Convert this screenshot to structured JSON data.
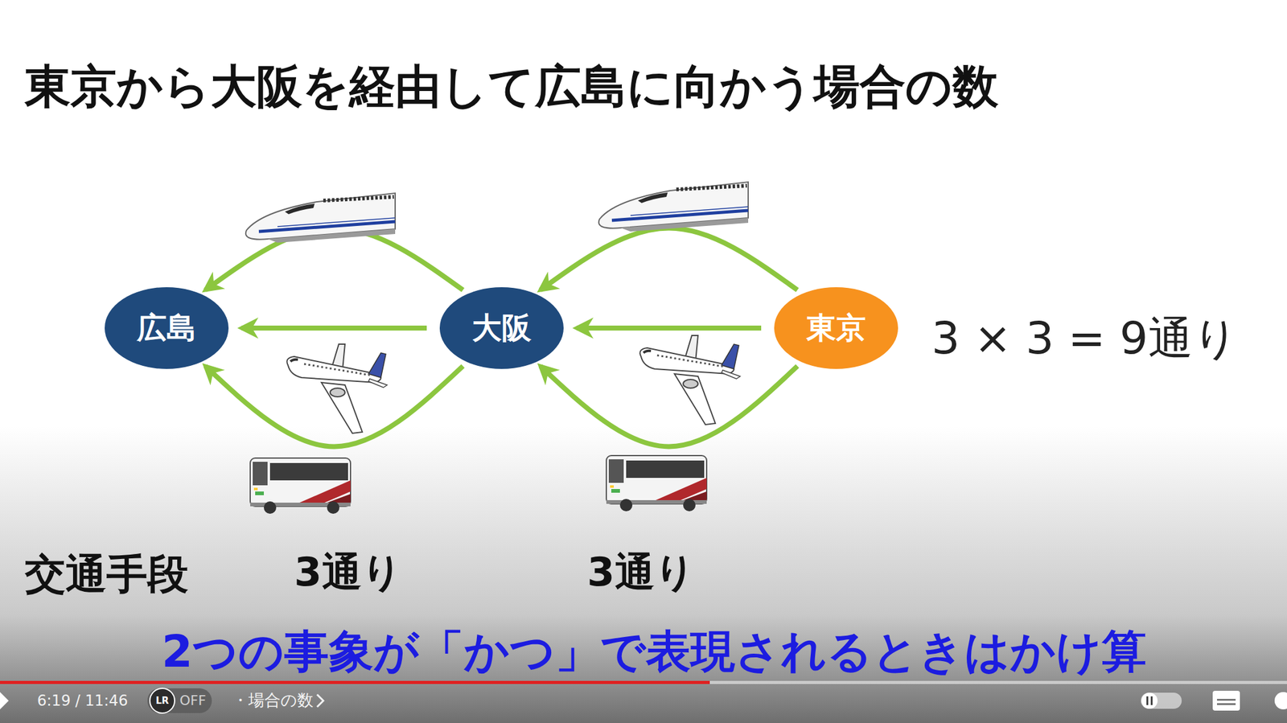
{
  "diagram": {
    "title": "東京から大阪を経由して広島に向かう場合の数",
    "caption": "2つの事象が「かつ」で表現されるときはかけ算",
    "nodes": [
      {
        "text": [
          "広島"
        ]
      },
      {
        "text": [
          "大阪"
        ]
      },
      {
        "text": [
          "東京"
        ]
      }
    ],
    "edges": [
      {
        "from": 1,
        "to": 0,
        "arrow": "to"
      },
      {
        "from": 1,
        "to": 0,
        "arrow": "to"
      },
      {
        "from": 1,
        "to": 0,
        "arrow": "to"
      },
      {
        "from": 2,
        "to": 1,
        "arrow": "to"
      },
      {
        "from": 2,
        "to": 1,
        "arrow": "to"
      },
      {
        "from": 2,
        "to": 1,
        "arrow": "to"
      }
    ],
    "labels": [
      "3 × 3 = 9通り",
      "交通手段",
      "3通り",
      "3通り",
      "6:19 / 11:46",
      "LR",
      "OFF",
      "・場合の数"
    ]
  }
}
